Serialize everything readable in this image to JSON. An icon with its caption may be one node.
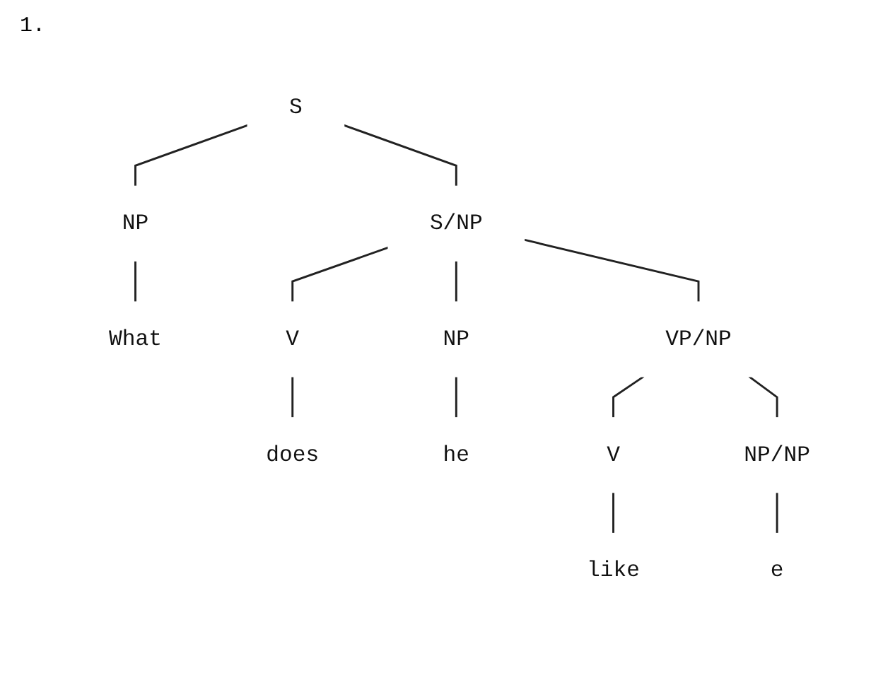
{
  "diagram": {
    "nodes": [
      {
        "text": [
          "S"
        ]
      },
      {
        "text": [
          "NP"
        ]
      },
      {
        "text": [
          "S/NP"
        ]
      },
      {
        "text": [
          "What"
        ]
      },
      {
        "text": [
          "V"
        ]
      },
      {
        "text": [
          "NP"
        ]
      },
      {
        "text": [
          "VP/NP"
        ]
      },
      {
        "text": [
          "does"
        ]
      },
      {
        "text": [
          "he"
        ]
      },
      {
        "text": [
          "V"
        ]
      },
      {
        "text": [
          "NP/NP"
        ]
      },
      {
        "text": [
          "like"
        ]
      },
      {
        "text": [
          "e"
        ]
      }
    ],
    "edges": [
      {
        "from": 0,
        "to": 1,
        "arrow": "none"
      },
      {
        "from": 0,
        "to": 2,
        "arrow": "none"
      },
      {
        "from": 1,
        "to": 3,
        "arrow": "none"
      },
      {
        "from": 2,
        "to": 4,
        "arrow": "none"
      },
      {
        "from": 2,
        "to": 5,
        "arrow": "none"
      },
      {
        "from": 2,
        "to": 6,
        "arrow": "none"
      },
      {
        "from": 4,
        "to": 7,
        "arrow": "none"
      },
      {
        "from": 5,
        "to": 8,
        "arrow": "none"
      },
      {
        "from": 6,
        "to": 9,
        "arrow": "none"
      },
      {
        "from": 6,
        "to": 10,
        "arrow": "none"
      },
      {
        "from": 9,
        "to": 11,
        "arrow": "none"
      },
      {
        "from": 10,
        "to": 12,
        "arrow": "none"
      }
    ],
    "labels": [
      "1."
    ]
  }
}
